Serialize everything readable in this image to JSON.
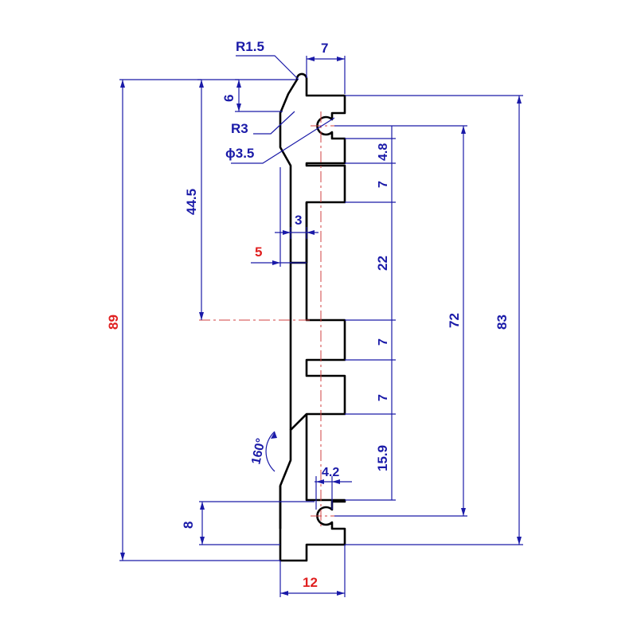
{
  "colors": {
    "profile": "#000000",
    "dimension": "#1a1aa8",
    "dimension_text": "#1a1aa8",
    "highlight_text": "#e02020",
    "centerline": "#d04040",
    "background": "#ffffff"
  },
  "dimensions": {
    "radius_top": "R1.5",
    "top_width": "7",
    "top_offset": "6",
    "radius_inner": "R3",
    "hole_diameter": "ϕ3.5",
    "half_height": "44.5",
    "step_3": "3",
    "step_5": "5",
    "overall_height": "89",
    "slot_4_8": "4.8",
    "slot_7_a": "7",
    "slot_22": "22",
    "slot_7_b": "7",
    "slot_7_c": "7",
    "slot_15_9": "15.9",
    "hole_span": "72",
    "outer_span": "83",
    "angle": "160°",
    "neck_width": "4.2",
    "bottom_offset": "8",
    "base_width": "12"
  }
}
